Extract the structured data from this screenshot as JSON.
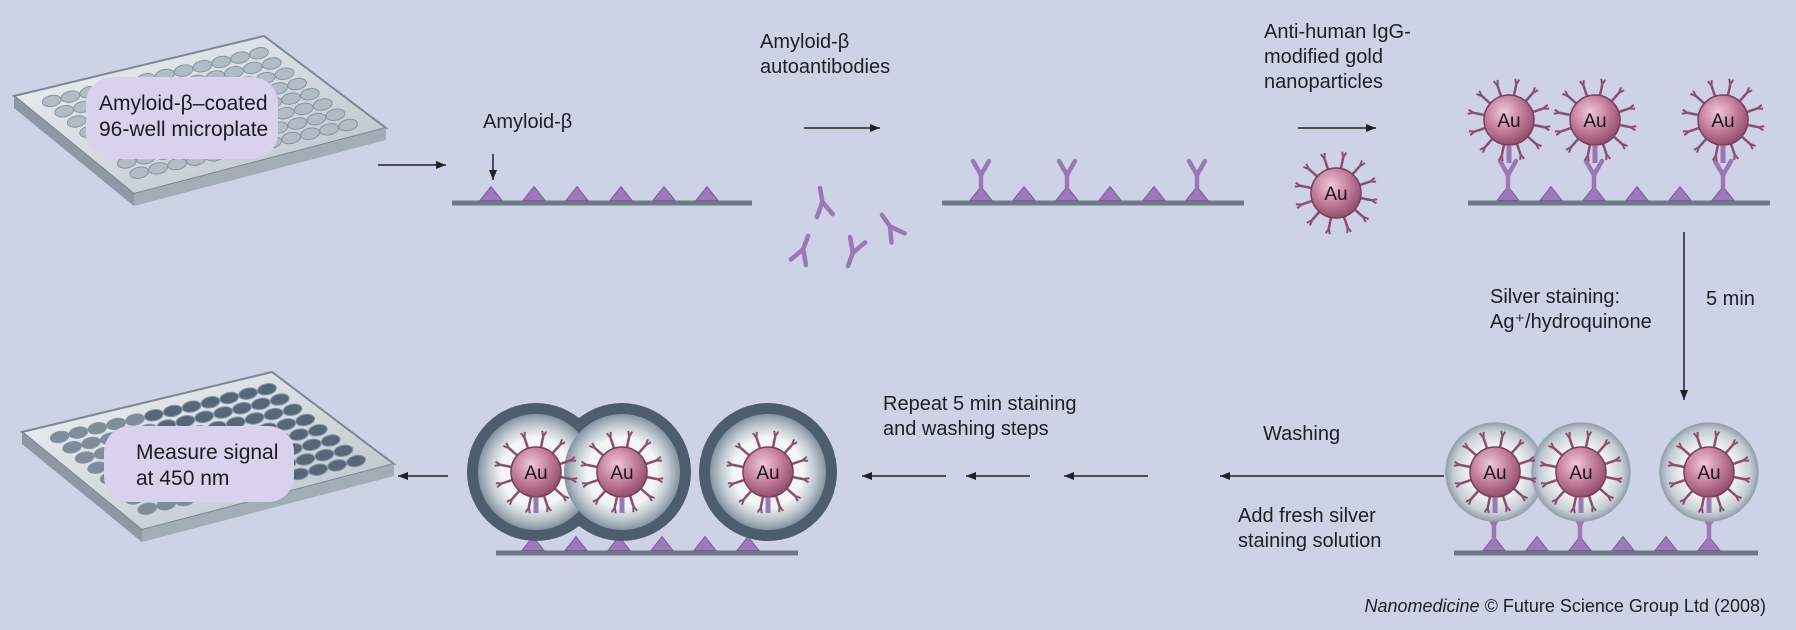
{
  "labels": {
    "plate_coated": [
      "Amyloid-β–coated",
      "96-well microplate"
    ],
    "amyloid": "Amyloid-β",
    "autoantibodies": [
      "Amyloid-β",
      "autoantibodies"
    ],
    "gold_np": [
      "Anti-human IgG-",
      "modified gold",
      "nanoparticles"
    ],
    "au": "Au",
    "silver_staining": [
      "Silver staining:",
      "Ag⁺/hydroquinone"
    ],
    "five_min": "5 min",
    "washing": "Washing",
    "add_fresh": [
      "Add fresh silver",
      "staining solution"
    ],
    "repeat": [
      "Repeat 5 min staining",
      "and washing steps"
    ],
    "measure": [
      "Measure signal",
      "at 450 nm"
    ]
  },
  "credit": {
    "journal": "Nanomedicine",
    "rest": " © Future Science Group Ltd (2008)"
  },
  "colors": {
    "background": "#cdd2e6",
    "amyloid": "#9c79b8",
    "antibody": "#9a78b6",
    "gold_particle": "#b96a8c",
    "substrate": "#6d7a86",
    "silver_shell": "#4e5d6e"
  }
}
